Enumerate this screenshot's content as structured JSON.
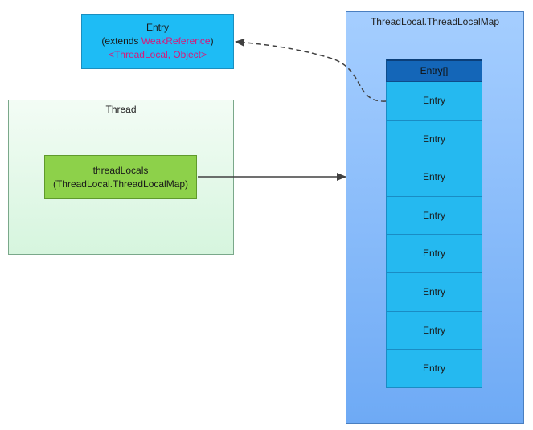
{
  "entry_class": {
    "title": "Entry",
    "extends_prefix": "(extends ",
    "extends_type": "WeakReference",
    "extends_suffix": ")",
    "generics": "<ThreadLocal, Object>"
  },
  "thread": {
    "title": "Thread",
    "field_name": "threadLocals",
    "field_type": "(ThreadLocal.ThreadLocalMap)"
  },
  "map": {
    "title": "ThreadLocal.ThreadLocalMap",
    "array_label": "Entry[]",
    "slots": [
      "Entry",
      "Entry",
      "Entry",
      "Entry",
      "Entry",
      "Entry",
      "Entry",
      "Entry"
    ]
  },
  "colors": {
    "entry_class_fill": "#1ebcf5",
    "highlight_text": "#d7197a",
    "thread_fill": "#e3f8e8",
    "field_fill": "#8dd14a",
    "map_fill": "#8cbcfa",
    "array_header_fill": "#1466b8",
    "slot_fill": "#25b9f0",
    "connector": "#404040"
  }
}
